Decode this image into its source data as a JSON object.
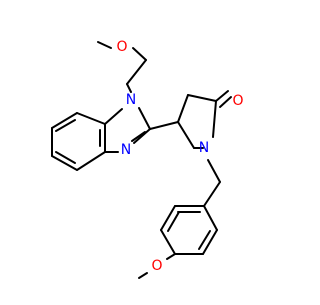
{
  "colors": {
    "bond": "#000000",
    "nitrogen": "#0000ff",
    "oxygen": "#ff0000",
    "background": "#ffffff"
  },
  "atoms": {
    "n_benzimidazole_1": "N",
    "n_benzimidazole_3": "N",
    "n_pyrrolidinone": "N",
    "o_methoxyethyl": "O",
    "o_carbonyl": "O",
    "o_methoxyphenyl": "O"
  }
}
